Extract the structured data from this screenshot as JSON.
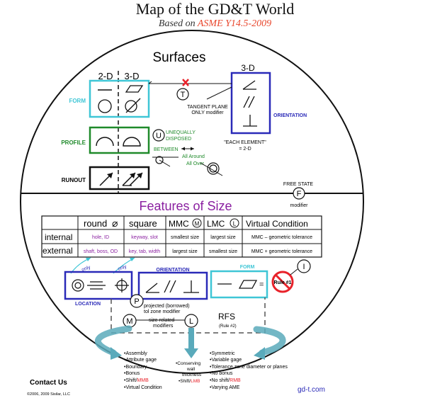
{
  "title": "Map of the GD&T World",
  "subtitle_prefix": "Based on ",
  "subtitle_standard": "ASME Y14.5-2009",
  "surfaces": {
    "heading": "Surfaces",
    "col_2d": "2-D",
    "col_3d": "3-D",
    "form_label": "FORM",
    "profile_label": "PROFILE",
    "runout_label": "RUNOUT",
    "orientation_col": "3-D",
    "orientation_label": "ORIENTATION",
    "tangent_symbol": "T",
    "tangent_note_1": "TANGENT PLANE",
    "tangent_note_2": "ONLY modifier",
    "each_element_1": "\"EACH ELEMENT\"",
    "each_element_2": "= 2-D",
    "unequal_symbol": "U",
    "unequal_1": "UNEQUALLY",
    "unequal_2": "DISPOSED",
    "between": "BETWEEN",
    "all_around": "All Around",
    "all_over": "All Over"
  },
  "free_state": {
    "label": "FREE STATE",
    "symbol": "F",
    "note": "modifier"
  },
  "features_of_size": {
    "heading": "Features of Size",
    "columns": [
      "round",
      "square",
      "MMC",
      "LMC",
      "Virtual Condition"
    ],
    "mmc_symbol": "M",
    "lmc_symbol": "L",
    "diameter_symbol": "⌀",
    "rows": [
      {
        "label": "internal",
        "round": "hole, ID",
        "square": "keyway, slot",
        "mmc": "smallest size",
        "lmc": "largest size",
        "vc": "MMC – geometric tolerance"
      },
      {
        "label": "external",
        "round": "shaft, boss, OD",
        "square": "key, tab, width",
        "mmc": "largest size",
        "lmc": "smallest size",
        "vc": "MMC + geometric tolerance"
      }
    ]
  },
  "lower": {
    "only_1": "only",
    "only_2": "only",
    "orientation": "ORIENTATION",
    "form": "FORM",
    "location": "LOCATION",
    "independency_symbol": "I",
    "rule1": "Rule #1",
    "p_symbol": "P",
    "projected_1": "projected (borrowed)",
    "projected_2": "tol zone modifier",
    "m_symbol": "M",
    "l_symbol": "L",
    "size_related_1": "size-related",
    "size_related_2": "modifiers",
    "rfs": "RFS",
    "rule2": "(Rule #2)"
  },
  "mmc_list": [
    "•Assembly",
    "•Attribute gage",
    "•Boundary",
    "•Bonus",
    "•Shift/",
    "•Virtual Condition"
  ],
  "mmc_list_shift_red": "MMB",
  "lmc_list": [
    "•Conserving",
    "wall",
    "thickness",
    "•Shift/"
  ],
  "lmc_list_shift_red": "LMB",
  "rfs_list": [
    "•Symmetric",
    "•Variable gage",
    "•Tolerance zone diameter or planes",
    "•No bonus",
    "•No shift/",
    "•Varying AME"
  ],
  "rfs_list_shift_red": "RMB",
  "footer": {
    "contact": "Contact Us",
    "copyright": "©2006, 2009 Sisilar, LLC",
    "site": "gd-t.com"
  },
  "colors": {
    "cyan": "#3fc6d6",
    "blue": "#2a2ab8",
    "purple": "#8a1fa0",
    "green": "#1f8a2a",
    "red": "#e8222a",
    "dashed": "#555555"
  }
}
